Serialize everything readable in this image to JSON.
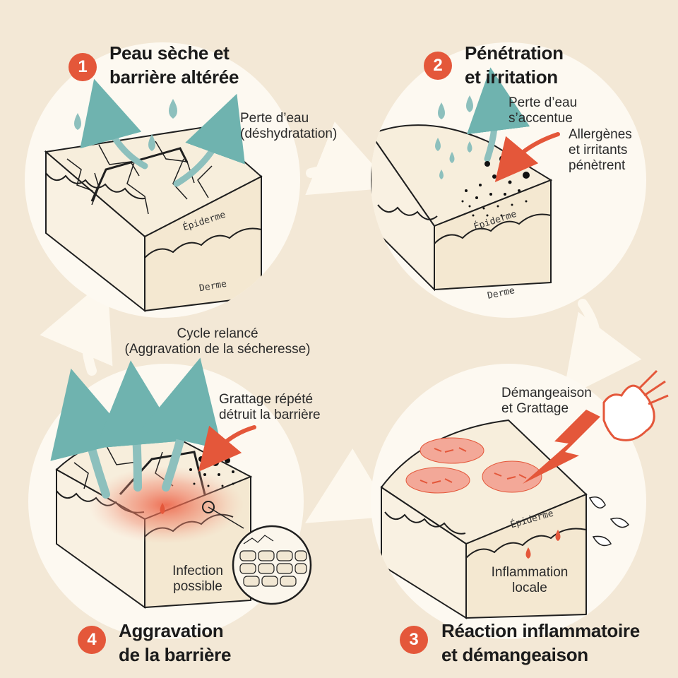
{
  "steps": [
    {
      "number": "1",
      "title_lines": [
        "Peau sèche et",
        "barrière altérée"
      ]
    },
    {
      "number": "2",
      "title_lines": [
        "Pénétration",
        "et irritation"
      ]
    },
    {
      "number": "3",
      "title_lines": [
        "Réaction inflammatoire",
        "et démangeaison"
      ]
    },
    {
      "number": "4",
      "title_lines": [
        "Aggravation",
        "de la barrière"
      ]
    }
  ],
  "panel1": {
    "water_loss": [
      "Perte d’eau",
      "(déshydratation)"
    ],
    "epidermis": "Épiderme",
    "dermis": "Derme"
  },
  "panel2": {
    "water_loss": [
      "Perte d’eau",
      "s’accentue"
    ],
    "allergens": [
      "Allergènes",
      "et irritants",
      "pénètrent"
    ],
    "epidermis": "Épiderme",
    "dermis": "Derme"
  },
  "panel3": {
    "itch": [
      "Démangeaison",
      "et Grattage"
    ],
    "epidermis": "Épiderme",
    "inflammation": [
      "Inflammation",
      "locale"
    ]
  },
  "panel4": {
    "scratching": [
      "Grattage répété",
      "détruit la barrière"
    ],
    "infection": [
      "Infection",
      "possible"
    ]
  },
  "cycle": [
    "Cycle relancé",
    "(Aggravation de la sécheresse)"
  ],
  "colors": {
    "background": "#f3e8d6",
    "circle": "#fdf9f1",
    "skin": "#f7eedc",
    "accent_red": "#e4573a",
    "water_teal": "#8dc0bd",
    "ink": "#1b1b1b"
  }
}
